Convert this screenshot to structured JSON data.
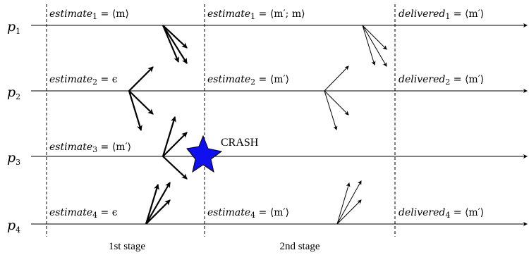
{
  "processes": [
    {
      "id": "p1",
      "base": "p",
      "sub": "1"
    },
    {
      "id": "p2",
      "base": "p",
      "sub": "2"
    },
    {
      "id": "p3",
      "base": "p",
      "sub": "3"
    },
    {
      "id": "p4",
      "base": "p",
      "sub": "4"
    }
  ],
  "stage_labels": {
    "first": "1st stage",
    "second": "2nd stage"
  },
  "crash_label": "CRASH",
  "colors": {
    "crash_fill": "#1010ee",
    "line": "#000000"
  },
  "annotations": {
    "p1_stage1": {
      "base": "estimate",
      "sub": "1",
      "value": " = ⟨m⟩"
    },
    "p1_stage2": {
      "base": "estimate",
      "sub": "1",
      "value": " = ⟨m′; m⟩"
    },
    "p1_delivered": {
      "base": "delivered",
      "sub": "1",
      "value": " = ⟨m′⟩"
    },
    "p2_stage1": {
      "base": "estimate",
      "sub": "2",
      "value": " = ϵ"
    },
    "p2_stage2": {
      "base": "estimate",
      "sub": "2",
      "value": " = ⟨m′⟩"
    },
    "p2_delivered": {
      "base": "delivered",
      "sub": "2",
      "value": " = ⟨m′⟩"
    },
    "p3_stage1": {
      "base": "estimate",
      "sub": "3",
      "value": " = ⟨m′⟩"
    },
    "p4_stage1": {
      "base": "estimate",
      "sub": "4",
      "value": " = ϵ"
    },
    "p4_stage2": {
      "base": "estimate",
      "sub": "4",
      "value": " = ⟨m′⟩"
    },
    "p4_delivered": {
      "base": "delivered",
      "sub": "4",
      "value": " = ⟨m′⟩"
    }
  }
}
